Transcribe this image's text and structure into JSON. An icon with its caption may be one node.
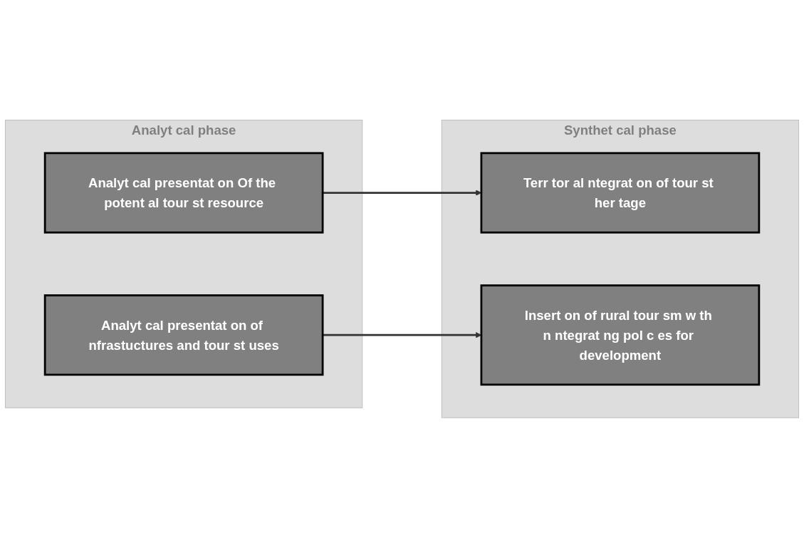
{
  "diagram": {
    "nodes": [
      {
        "text": [
          "Analyt cal phase"
        ]
      },
      {
        "text": [
          "Analyt cal presentat on Of the potent al tour st resource"
        ],
        "in": 0
      },
      {
        "text": [
          "Analyt cal presentat on of nfrastuctures and tour st uses"
        ],
        "in": 0
      },
      {
        "text": [
          "Synthet cal phase"
        ]
      },
      {
        "text": [
          "Terr tor al ntegrat on of tour st her tage"
        ],
        "in": 3
      },
      {
        "text": [
          "Insert on of rural tour sm w th n ntegrat ng pol c es for development"
        ],
        "in": 3
      }
    ],
    "edges": [
      {
        "from": 1,
        "to": 4,
        "arrow": "to"
      },
      {
        "from": 2,
        "to": 5,
        "arrow": "to"
      }
    ]
  }
}
